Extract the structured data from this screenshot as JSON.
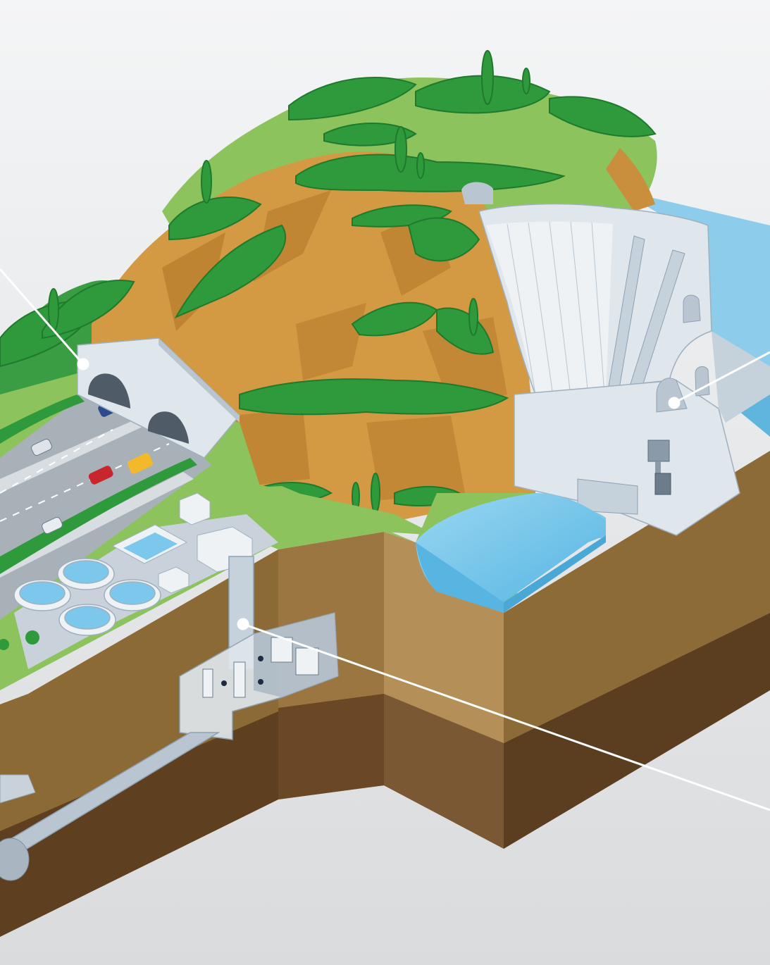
{
  "illustration": {
    "palette": {
      "background_top": "#f4f5f6",
      "background_bottom": "#d9dbdd",
      "grass": "#8cc35c",
      "grass_dark": "#6fa646",
      "tree_green": "#2e9a3c",
      "tree_dark": "#1f7a2d",
      "rock_orange": "#d39a43",
      "rock_shadow": "#b57a2b",
      "soil_top": "#b38a52",
      "soil_mid": "#8c6632",
      "soil_deep": "#5c3e20",
      "water": "#7cc8ec",
      "water_dark": "#55b2df",
      "concrete": "#dfe6ec",
      "concrete_shadow": "#b9c6d1",
      "road": "#a9b1b8",
      "leader_line": "#ffffff"
    },
    "elements": [
      "road-tunnel",
      "highway",
      "hill",
      "dam",
      "reservoir",
      "tailwater-pool",
      "power-station",
      "wastewater-treatment-plant",
      "underground-pumping-station",
      "access-shaft",
      "sewer-tunnel"
    ],
    "callouts": [
      {
        "name": "road-tunnel-callout"
      },
      {
        "name": "dam-callout"
      },
      {
        "name": "pumping-station-callout"
      }
    ]
  }
}
